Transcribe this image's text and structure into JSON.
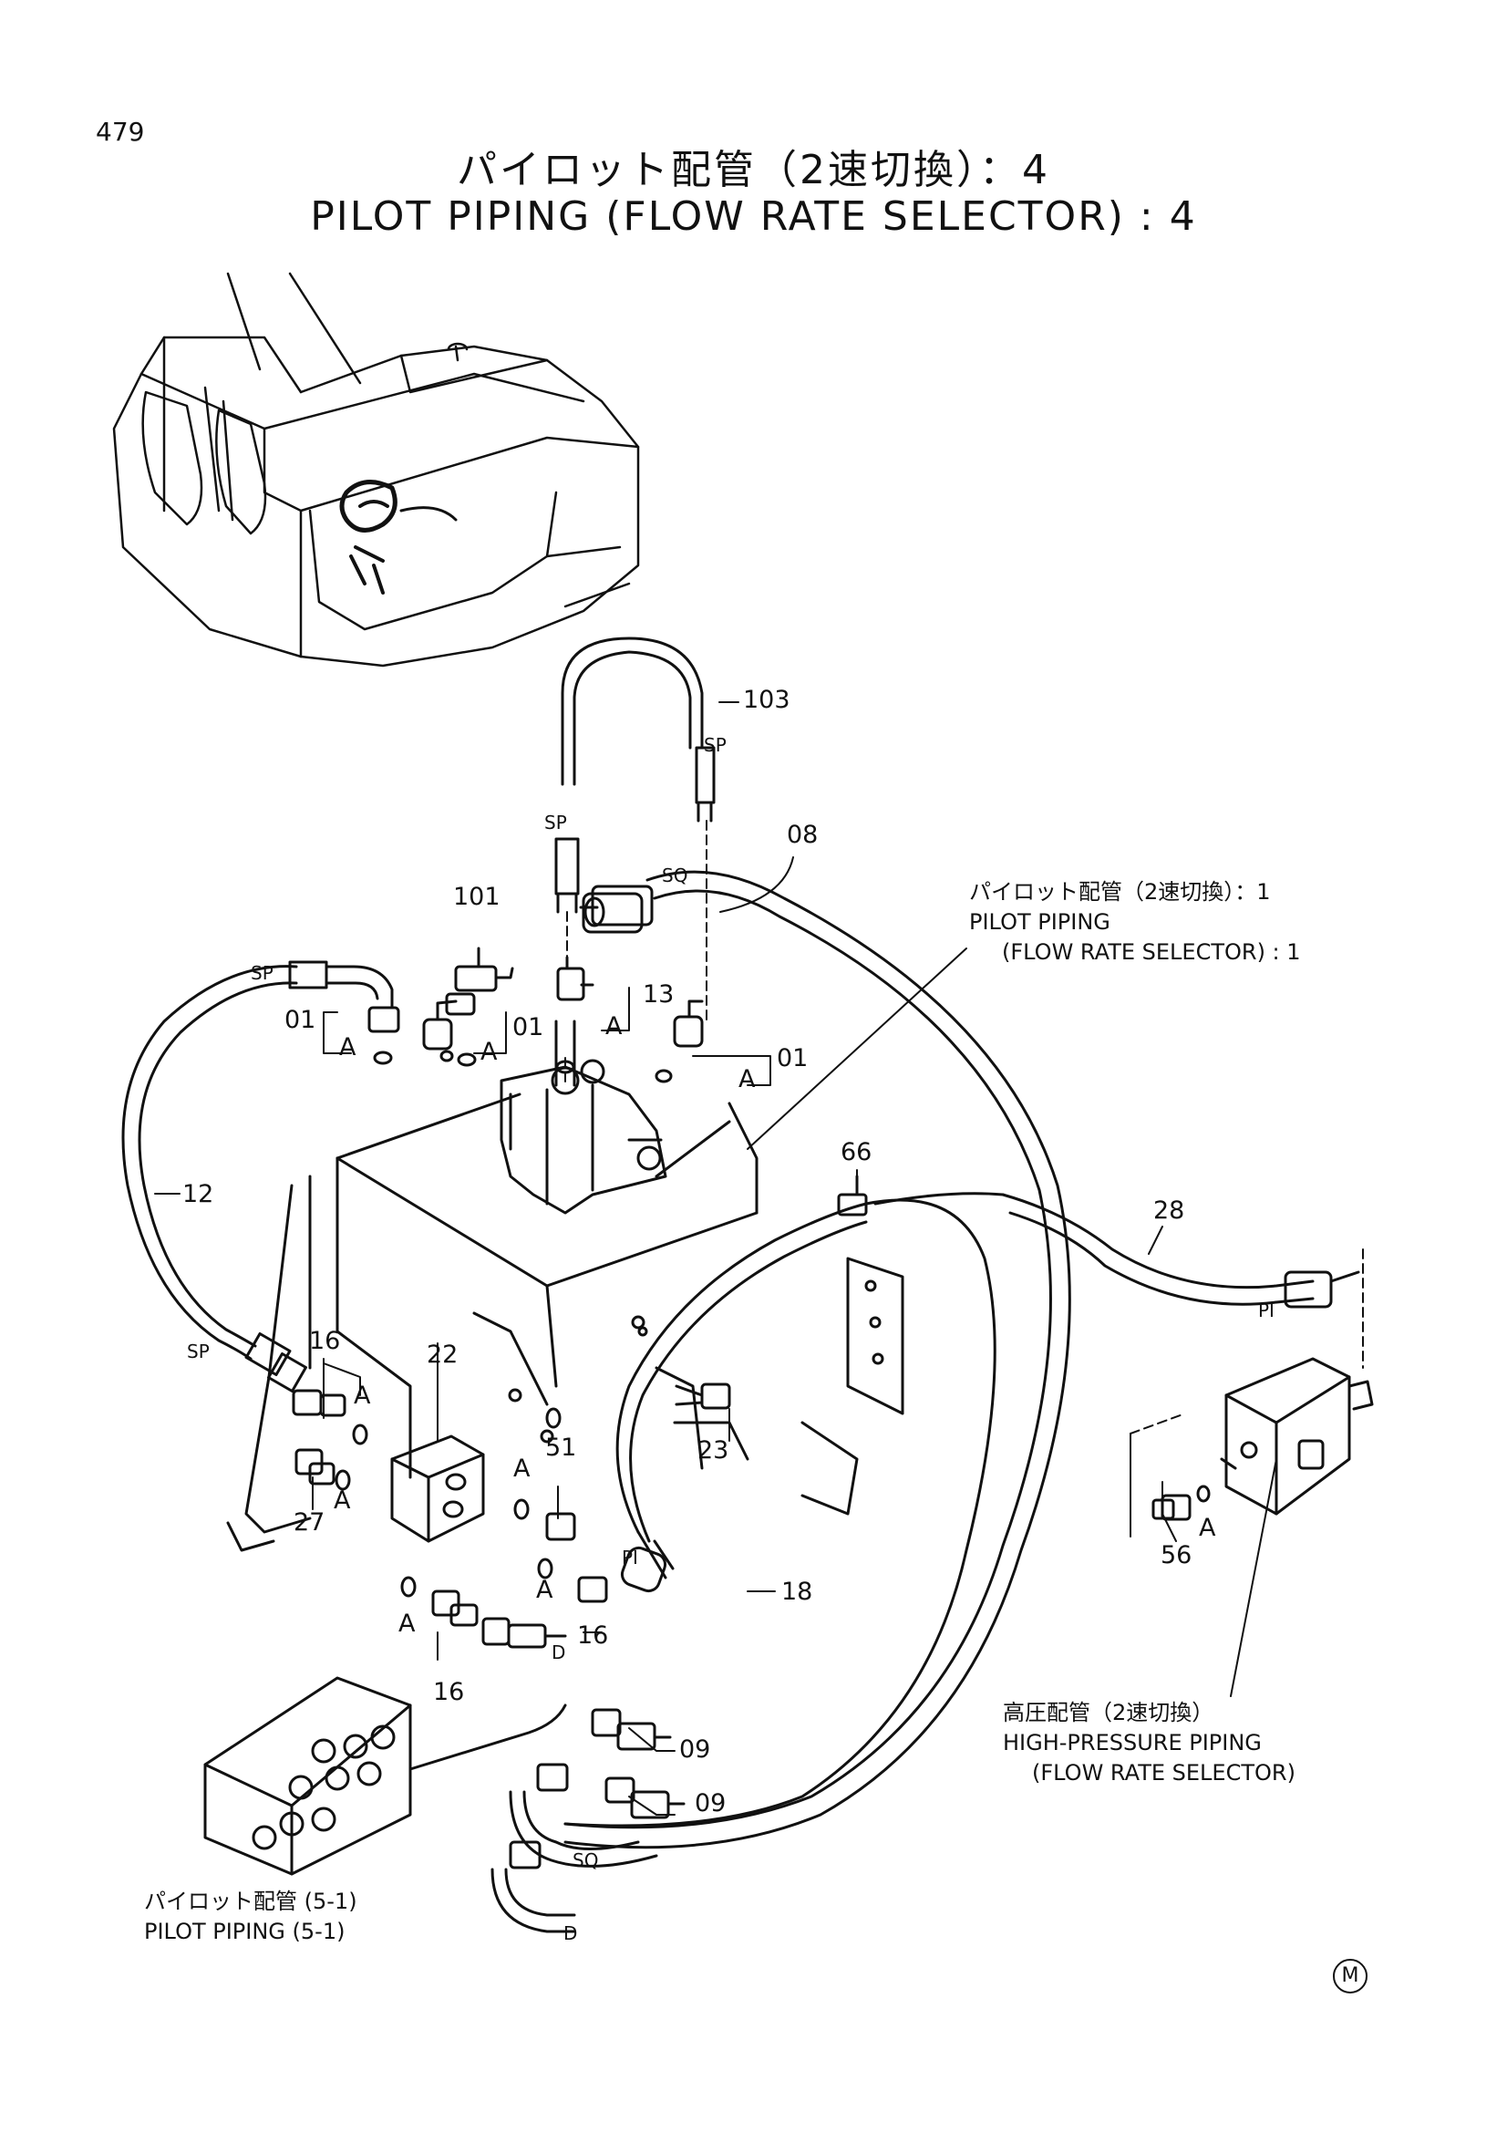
{
  "page_number": "479",
  "title_jp": "パイロット配管（2速切換）：4",
  "title_en": "PILOT PIPING (FLOW RATE SELECTOR) : 4",
  "part_labels": [
    "103",
    "08",
    "101",
    "13",
    "01",
    "01",
    "01",
    "12",
    "66",
    "28",
    "16",
    "22",
    "51",
    "23",
    "27",
    "16",
    "16",
    "18",
    "56",
    "09",
    "09"
  ],
  "connector_labels": [
    "SP",
    "SP",
    "SP",
    "SQ",
    "SP",
    "PI",
    "PI",
    "D",
    "SQ",
    "D"
  ],
  "seal_labels": [
    "A",
    "A",
    "A",
    "A",
    "A",
    "A",
    "A",
    "A",
    "A",
    "A"
  ],
  "notes": {
    "pilot_piping_1": {
      "jp": "パイロット配管（2速切換）：1",
      "en": "PILOT PIPING",
      "en2": "(FLOW RATE SELECTOR) : 1"
    },
    "high_pressure": {
      "jp": "高圧配管（2速切換）",
      "en": "HIGH-PRESSURE PIPING",
      "en2": "(FLOW RATE SELECTOR)"
    },
    "pilot_piping_5": {
      "jp": "パイロット配管 (5-1)",
      "en": "PILOT PIPING (5-1)"
    }
  },
  "mark": "M"
}
